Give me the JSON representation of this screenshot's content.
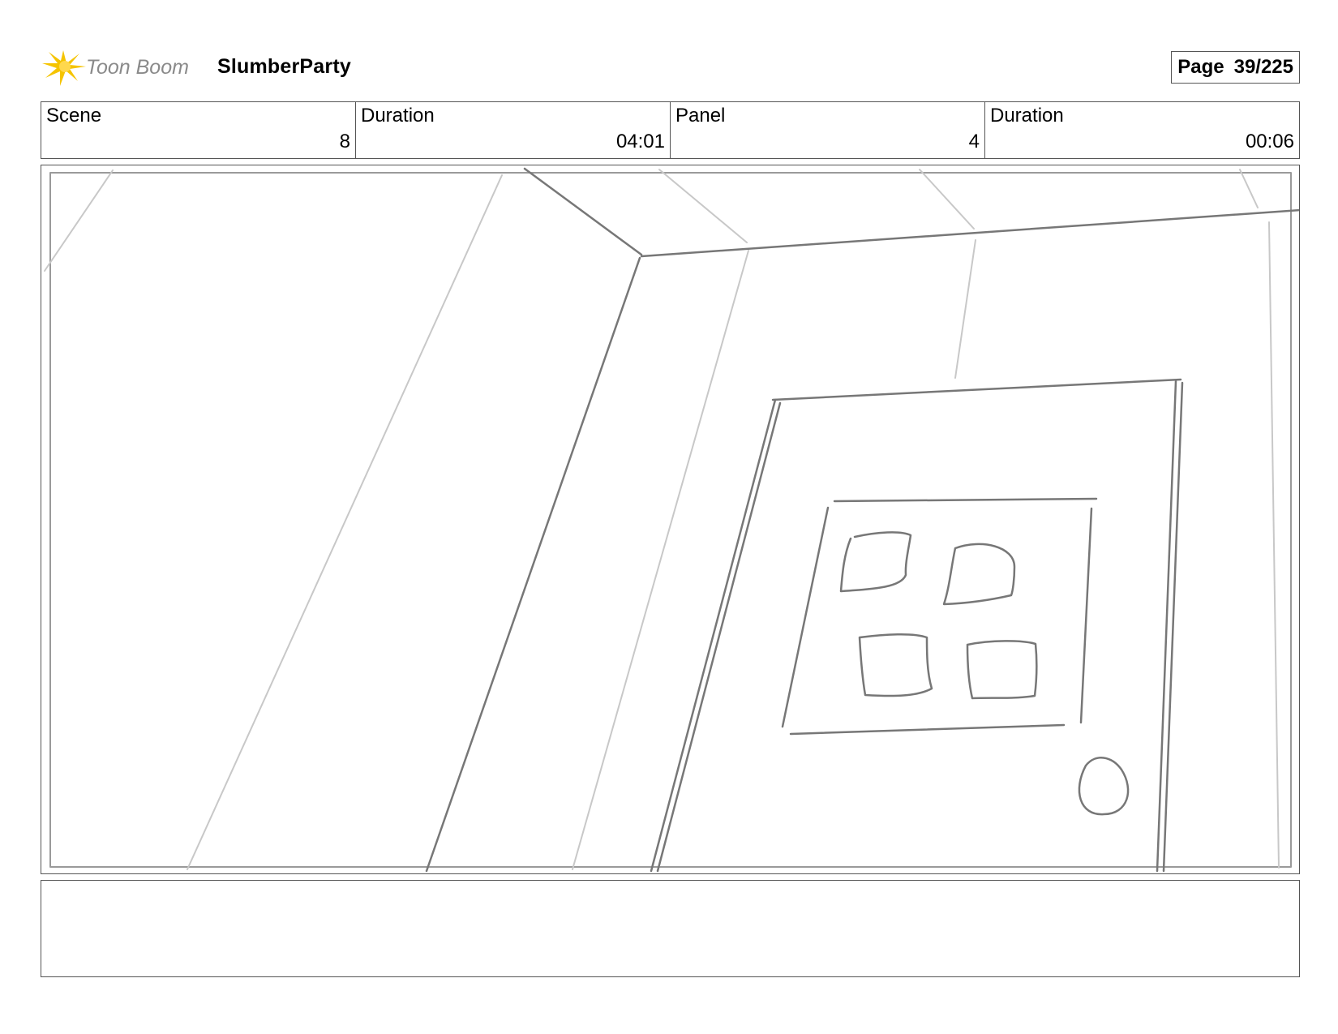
{
  "header": {
    "logo_text": "Toon Boom",
    "project_title": "SlumberParty",
    "page_label": "Page",
    "page_number": "39/225"
  },
  "info_table": {
    "cells": [
      {
        "label": "Scene",
        "value": "8"
      },
      {
        "label": "Duration",
        "value": "04:01"
      },
      {
        "label": "Panel",
        "value": "4"
      },
      {
        "label": "Duration",
        "value": "00:06"
      }
    ]
  },
  "panel_sketch": {
    "description_visible": false,
    "line_color_dark": "#777777",
    "line_color_light": "#c8c8c8"
  },
  "notes": {
    "text": ""
  },
  "colors": {
    "border": "#555555",
    "logo_yellow": "#f5c400",
    "logo_text": "#8a8a8a"
  }
}
